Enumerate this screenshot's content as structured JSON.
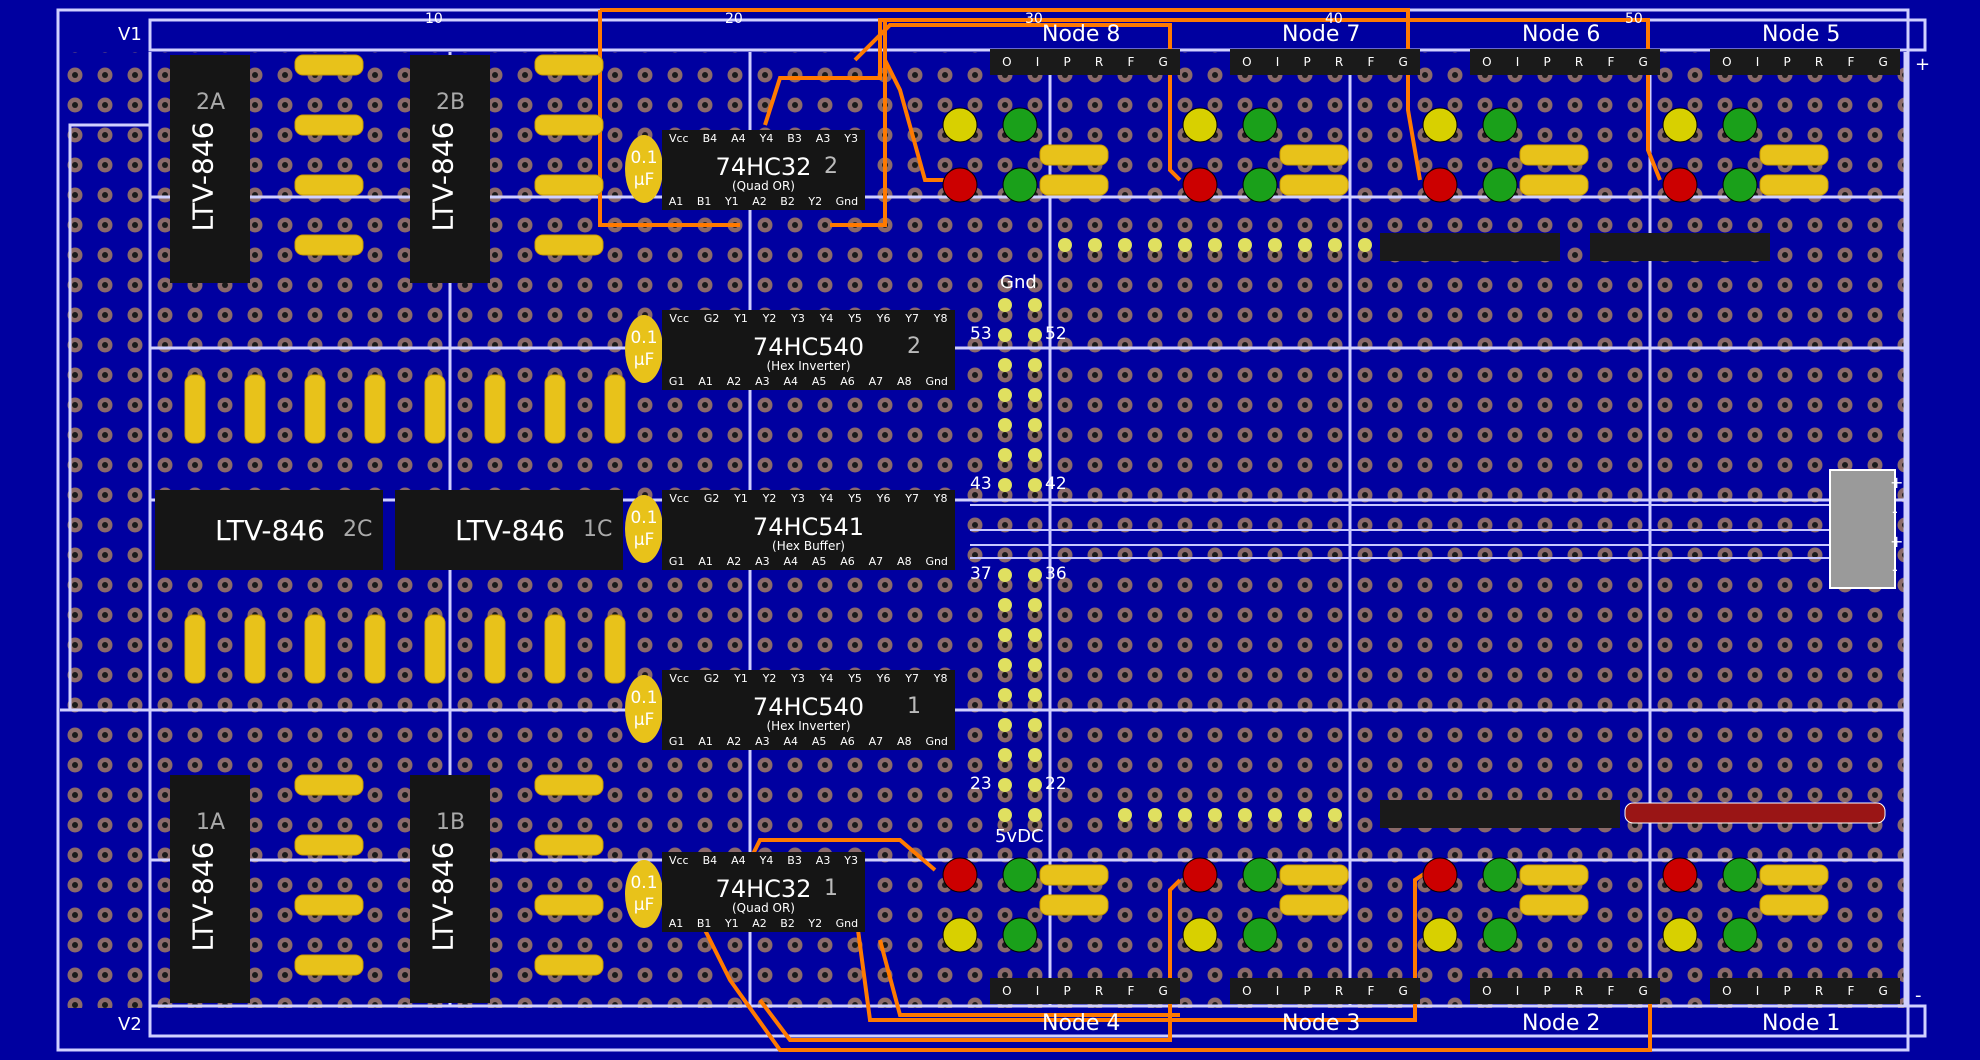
{
  "rails": {
    "v1": "V1",
    "v2": "V2",
    "plus_top": "+",
    "minus_bottom": "-",
    "pwr": [
      "+",
      "-",
      "+",
      "-"
    ]
  },
  "ruler": [
    "10",
    "20",
    "30",
    "40",
    "50"
  ],
  "nodes_top": [
    "Node 8",
    "Node 7",
    "Node 6",
    "Node 5"
  ],
  "nodes_bottom": [
    "Node 4",
    "Node 3",
    "Node 2",
    "Node 1"
  ],
  "header_pins": [
    "O",
    "I",
    "P",
    "R",
    "F",
    "G"
  ],
  "caps": {
    "line1": "0.1",
    "line2": "µF"
  },
  "ics": [
    {
      "name": "74HC32",
      "sub": "(Quad OR)",
      "idx": "2",
      "top": [
        "Vcc",
        "B4",
        "A4",
        "Y4",
        "B3",
        "A3",
        "Y3"
      ],
      "bottom": [
        "A1",
        "B1",
        "Y1",
        "A2",
        "B2",
        "Y2",
        "Gnd"
      ]
    },
    {
      "name": "74HC540",
      "sub": "(Hex Inverter)",
      "idx": "2",
      "top": [
        "Vcc",
        "G2",
        "Y1",
        "Y2",
        "Y3",
        "Y4",
        "Y5",
        "Y6",
        "Y7",
        "Y8"
      ],
      "bottom": [
        "G1",
        "A1",
        "A2",
        "A3",
        "A4",
        "A5",
        "A6",
        "A7",
        "A8",
        "Gnd"
      ]
    },
    {
      "name": "74HC541",
      "sub": "(Hex Buffer)",
      "idx": "",
      "top": [
        "Vcc",
        "G2",
        "Y1",
        "Y2",
        "Y3",
        "Y4",
        "Y5",
        "Y6",
        "Y7",
        "Y8"
      ],
      "bottom": [
        "G1",
        "A1",
        "A2",
        "A3",
        "A4",
        "A5",
        "A6",
        "A7",
        "A8",
        "Gnd"
      ]
    },
    {
      "name": "74HC540",
      "sub": "(Hex Inverter)",
      "idx": "1",
      "top": [
        "Vcc",
        "G2",
        "Y1",
        "Y2",
        "Y3",
        "Y4",
        "Y5",
        "Y6",
        "Y7",
        "Y8"
      ],
      "bottom": [
        "G1",
        "A1",
        "A2",
        "A3",
        "A4",
        "A5",
        "A6",
        "A7",
        "A8",
        "Gnd"
      ]
    },
    {
      "name": "74HC32",
      "sub": "(Quad OR)",
      "idx": "1",
      "top": [
        "Vcc",
        "B4",
        "A4",
        "Y4",
        "B3",
        "A3",
        "Y3"
      ],
      "bottom": [
        "A1",
        "B1",
        "Y1",
        "A2",
        "B2",
        "Y2",
        "Gnd"
      ]
    }
  ],
  "opto_vertical": [
    {
      "part": "LTV-846",
      "group": "2A"
    },
    {
      "part": "LTV-846",
      "group": "2B"
    },
    {
      "part": "LTV-846",
      "group": "1A"
    },
    {
      "part": "LTV-846",
      "group": "1B"
    }
  ],
  "opto_horizontal": [
    {
      "part": "LTV-846",
      "group": "2C"
    },
    {
      "part": "LTV-846",
      "group": "1C"
    }
  ],
  "connector": {
    "gnd": "Gnd",
    "vdc": "5vDC",
    "pins": [
      "53",
      "52",
      "43",
      "42",
      "37",
      "36",
      "23",
      "22"
    ]
  },
  "colors": {
    "board": "#0000a0",
    "grid": "#c8c8ff",
    "hole": "#8a6a6a",
    "trace": "#ff7a00",
    "resistor": "#e8c21a",
    "led_red": "#cc0000",
    "led_green": "#1aa01a",
    "led_yellow": "#d8d000",
    "ic": "#151515"
  }
}
